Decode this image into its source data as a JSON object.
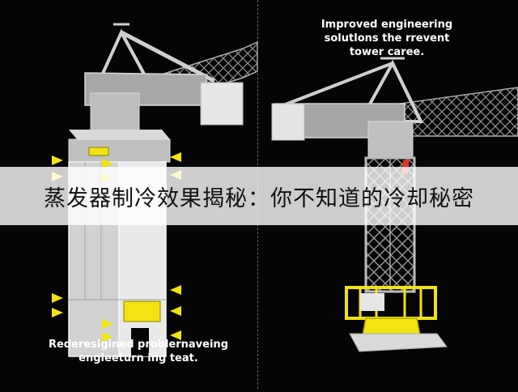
{
  "captions": {
    "top_right": [
      "Improved engineering",
      "solutlons the rrevent",
      "tower caree."
    ],
    "bottom_left": [
      "Rederesigined problernaveing",
      "engieeturn ing teat."
    ]
  },
  "banner": {
    "title": "蒸发器制冷效果揭秘：你不知道的冷却秘密"
  },
  "colors": {
    "background": "#050505",
    "tower_gray": "#c9c9c9",
    "accent_yellow": "#f2e312",
    "accent_red": "#d8382a"
  }
}
